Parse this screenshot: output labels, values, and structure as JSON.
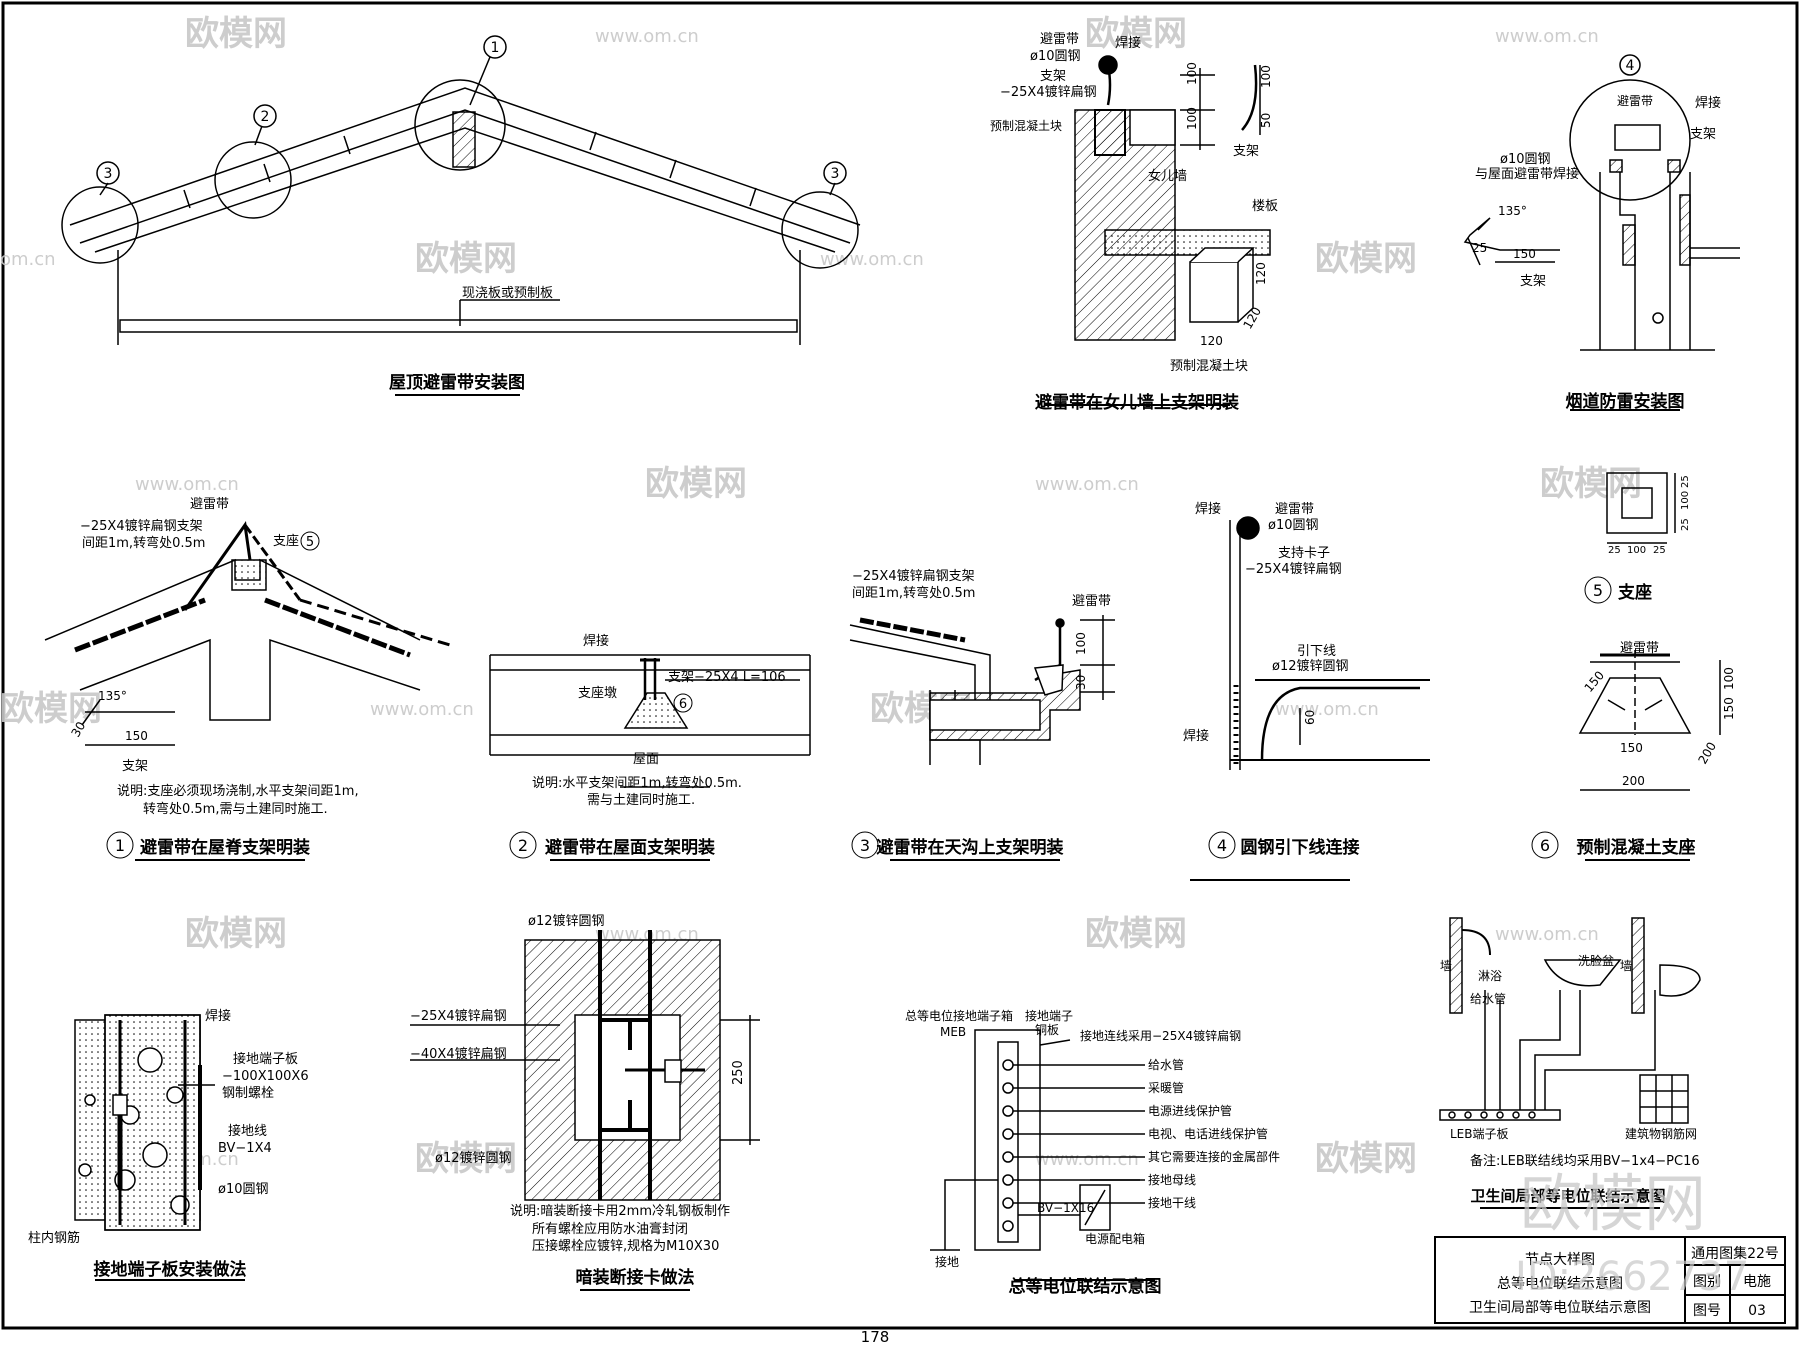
{
  "watermark": {
    "brand": "欧模网",
    "url": "www.om.cn",
    "url_partial": "om.cn",
    "big": "欧模网",
    "id": "ID:2662737"
  },
  "sheet": {
    "page_number": "178"
  },
  "drawings": {
    "roof": {
      "title": "屋顶避雷带安装图",
      "label_slab": "现浇板或预制板",
      "c1": "1",
      "c2": "2",
      "c3": "3"
    },
    "parapet": {
      "title": "避雷带在女儿墙上支架明装",
      "l_strip": "避雷带",
      "l_d10": "ø10圆钢",
      "l_weld": "焊接",
      "l_support": "支架",
      "l_flat": "−25X4镀锌扁钢",
      "l_block": "预制混凝土块",
      "l_wall": "女儿墙",
      "l_slab": "楼板",
      "l_support2": "支架",
      "l_block2": "预制混凝土块",
      "d100a": "100",
      "d100b": "100",
      "d100c": "100",
      "d50": "50",
      "d120a": "120",
      "d120b": "120",
      "d120c": "120"
    },
    "chimney": {
      "title": "烟道防雷安装图",
      "c4": "4",
      "l_strip": "避雷带",
      "l_weld": "焊接",
      "l_support": "支架",
      "l_bar1": "ø10圆钢",
      "l_bar2": "与屋面避雷带焊接",
      "l_135": "135°",
      "d25": "25",
      "d150": "150",
      "l_support2": "支架"
    },
    "d1": {
      "title": "避雷带在屋脊支架明装",
      "num": "1",
      "l_strip": "避雷带",
      "l_flat1": "−25X4镀锌扁钢支架",
      "l_flat2": "间距1m,转弯处0.5m",
      "l_seat": "支座",
      "seat_num": "5",
      "l_135": "135°",
      "d30": "30",
      "d150": "150",
      "l_support": "支架",
      "note1": "说明:支座必须现场浇制,水平支架间距1m,",
      "note2": "转弯处0.5m,需与土建同时施工."
    },
    "d2": {
      "title": "避雷带在屋面支架明装",
      "num": "2",
      "l_weld": "焊接",
      "l_seat": "支座墩",
      "seat_num": "6",
      "l_spec": "支架−25X4 L=106",
      "l_roof": "屋面",
      "note1": "说明:水平支架间距1m,转弯处0.5m.",
      "note2": "需与土建同时施工."
    },
    "d3": {
      "title": "避雷带在天沟上支架明装",
      "num": "3",
      "l_flat1": "−25X4镀锌扁钢支架",
      "l_flat2": "间距1m,转弯处0.5m",
      "l_strip": "避雷带",
      "d100": "100",
      "d30": "30"
    },
    "d4": {
      "title": "圆钢引下线连接",
      "num": "4",
      "l_weld": "焊接",
      "l_strip": "避雷带",
      "l_d10": "ø10圆钢",
      "l_clip": "支持卡子",
      "l_flat": "−25X4镀锌扁钢",
      "l_down": "引下线",
      "l_d12": "ø12镀锌圆钢",
      "d60": "60",
      "l_weld2": "焊接"
    },
    "d5": {
      "title": "支座",
      "num": "5",
      "d25a": "25",
      "d100a": "100",
      "d25b": "25",
      "d25c": "25",
      "d100b": "100",
      "d25d": "25"
    },
    "d6": {
      "title": "预制混凝土支座",
      "num": "6",
      "l_strip": "避雷带",
      "d150a": "150",
      "d100": "100",
      "d150b": "150",
      "d150c": "150",
      "d200a": "200",
      "d200b": "200"
    },
    "terminal": {
      "title": "接地端子板安装做法",
      "l_weld": "焊接",
      "l_plate": "接地端子板",
      "l_plate_spec": "−100X100X6",
      "l_bolt": "钢制螺栓",
      "l_wire": "接地线",
      "l_wire_spec": "BV−1X4",
      "l_d10": "ø10圆钢",
      "l_rebar": "柱内钢筋"
    },
    "card": {
      "title": "暗装断接卡做法",
      "l_d12a": "ø12镀锌圆钢",
      "l_flat25": "−25X4镀锌扁钢",
      "l_flat40": "−40X4镀锌扁钢",
      "l_d12b": "ø12镀锌圆钢",
      "d250": "250",
      "note1": "说明:暗装断接卡用2mm冷轧钢板制作",
      "note2": "所有螺栓应用防水油膏封闭",
      "note3": "压接螺栓应镀锌,规格为M10X30"
    },
    "meb": {
      "title": "总等电位联结示意图",
      "l_box": "总等电位接地端子箱",
      "l_meb": "MEB",
      "l_term": "接地端子",
      "l_plate": "铜板",
      "l_conn": "接地连线采用−25X4镀锌扁钢",
      "l_ground": "接地",
      "l_bv": "BV−1X16",
      "items": [
        "给水管",
        "采暖管",
        "电源进线保护管",
        "电视、电话进线保护管",
        "其它需要连接的金属部件",
        "接地母线",
        "接地干线",
        "电源配电箱"
      ]
    },
    "leb": {
      "title": "卫生间局部等电位联结示意图",
      "l_shower": "淋浴",
      "l_wall1": "墙",
      "l_basin": "洗脸盆",
      "l_wall2": "墙",
      "l_water": "给水管",
      "l_leb": "LEB端子板",
      "l_mesh": "建筑物钢筋网",
      "note": "备注:LEB联结线均采用BV−1x4−PC16"
    },
    "titleblock": {
      "row1": "节点大样图",
      "row2": "总等电位联结示意图",
      "row3": "卫生间局部等电位联结示意图",
      "k1": "通用图集22号",
      "k2": "图别",
      "v2": "电施",
      "k3": "图号",
      "v3": "03"
    }
  }
}
